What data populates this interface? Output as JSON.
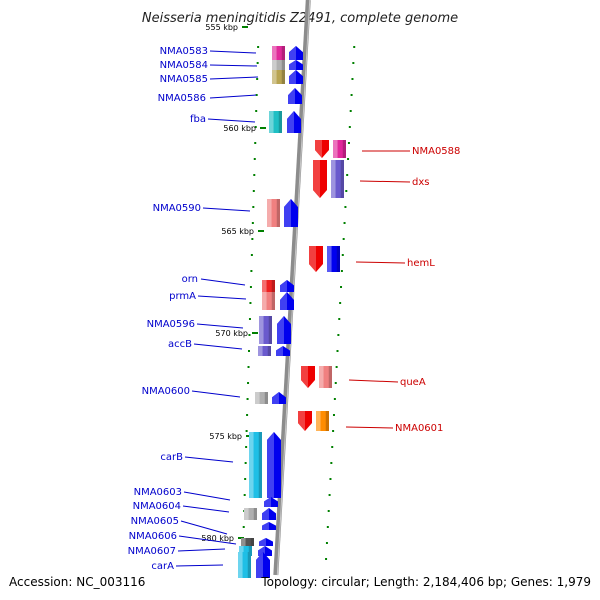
{
  "title": "Neisseria meningitidis Z2491, complete genome",
  "footer": {
    "accession": "Accession: NC_003116",
    "summary": "Topology: circular; Length: 2,184,406 bp; Genes: 1,979"
  },
  "colors": {
    "left_label": "#0000cc",
    "right_label": "#cc0000",
    "forward_cds": "#0000ee",
    "reverse_cds": "#ee0000",
    "backbone": "#8c8c8c",
    "tick_mark": "#008000"
  },
  "scale_ticks": [
    "555 kbp",
    "560 kbp",
    "565 kbp",
    "570 kbp",
    "575 kbp",
    "580 kbp"
  ],
  "genes": [
    {
      "name": "NMA0583",
      "strand": "+",
      "feature_color": "#e0289a"
    },
    {
      "name": "NMA0584",
      "strand": "+",
      "feature_color": "#b0b0b0"
    },
    {
      "name": "NMA0585",
      "strand": "+",
      "feature_color": "#b8a452"
    },
    {
      "name": "NMA0586",
      "strand": "+",
      "feature_color": null
    },
    {
      "name": "fba",
      "strand": "+",
      "feature_color": "#1fbfc4"
    },
    {
      "name": "NMA0588",
      "strand": "-",
      "feature_color": "#e0289a"
    },
    {
      "name": "dxs",
      "strand": "-",
      "feature_color": "#6a5acd"
    },
    {
      "name": "NMA0590",
      "strand": "+",
      "feature_color": "#f08080"
    },
    {
      "name": "hemL",
      "strand": "-",
      "feature_color": "#0000ee"
    },
    {
      "name": "orn",
      "strand": "+",
      "feature_color": "#ee2222"
    },
    {
      "name": "prmA",
      "strand": "+",
      "feature_color": "#f08080"
    },
    {
      "name": "NMA0596",
      "strand": "+",
      "feature_color": "#6a5acd"
    },
    {
      "name": "accB",
      "strand": "+",
      "feature_color": "#6a5acd"
    },
    {
      "name": "queA",
      "strand": "-",
      "feature_color": "#f08080"
    },
    {
      "name": "NMA0600",
      "strand": "+",
      "feature_color": "#b0b0b0"
    },
    {
      "name": "NMA0601",
      "strand": "-",
      "feature_color": "#ff8c00"
    },
    {
      "name": "carB",
      "strand": "+",
      "feature_color": "#1fbfe6"
    },
    {
      "name": "NMA0603",
      "strand": "+",
      "feature_color": null
    },
    {
      "name": "NMA0604",
      "strand": "+",
      "feature_color": "#b0b0b0"
    },
    {
      "name": "NMA0605",
      "strand": "+",
      "feature_color": null
    },
    {
      "name": "NMA0606",
      "strand": "+",
      "feature_color": "#555555"
    },
    {
      "name": "NMA0607",
      "strand": "+",
      "feature_color": "#1fbfe6"
    },
    {
      "name": "carA",
      "strand": "+",
      "feature_color": "#1fbfe6"
    }
  ]
}
